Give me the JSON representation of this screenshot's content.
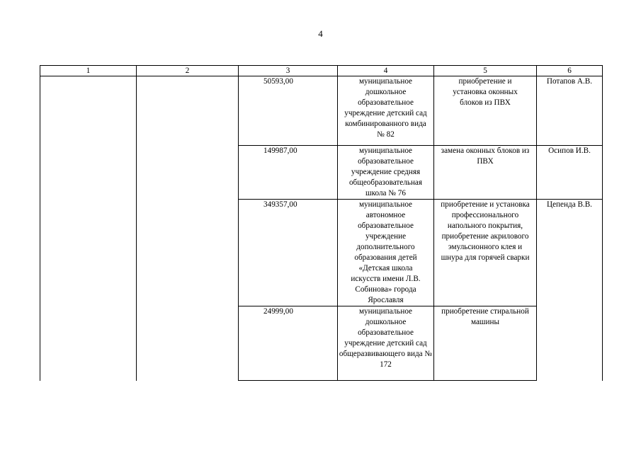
{
  "page": {
    "number": "4"
  },
  "table": {
    "headers": [
      "1",
      "2",
      "3",
      "4",
      "5",
      "6"
    ],
    "rows": [
      {
        "amount": "50593,00",
        "institution": "муниципальное дошкольное образовательное учреждение детский сад комбинированного вида № 82",
        "purpose": "приобретение и установка оконных блоков из ПВХ",
        "deputy": "Потапов А.В."
      },
      {
        "amount": "149987,00",
        "institution": "муниципальное образовательное учреждение средняя общеобразовательная школа № 76",
        "purpose": "замена оконных блоков из ПВХ",
        "deputy": "Осипов И.В."
      },
      {
        "amount": "349357,00",
        "institution": "муниципальное автономное образовательное учреждение дополнительного образования детей «Детская школа искусств имени Л.В. Собинова» города Ярославля",
        "purpose": "приобретение и установка профессионального напольного покрытия, приобретение акрилового эмульсионного клея и шнура для горячей сварки",
        "deputy": "Цепенда В.В."
      },
      {
        "amount": "24999,00",
        "institution": "муниципальное дошкольное образовательное учреждение детский сад общеразвивающего вида № 172",
        "purpose": "приобретение стиральной машины"
      }
    ]
  }
}
